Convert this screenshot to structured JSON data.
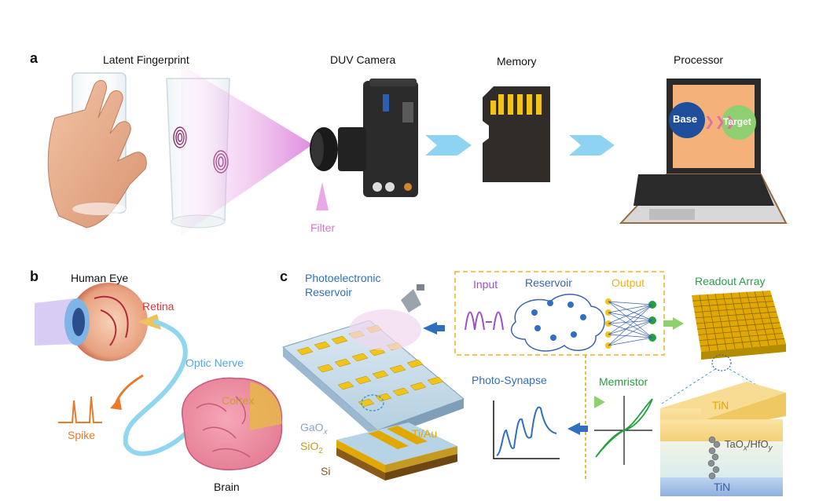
{
  "panels": {
    "a": {
      "letter": "a",
      "labels": {
        "fingerprint": "Latent Fingerprint",
        "camera": "DUV Camera",
        "memory": "Memory",
        "processor": "Processor",
        "filter": "Filter",
        "base": "Base",
        "target": "Target"
      }
    },
    "b": {
      "letter": "b",
      "labels": {
        "human_eye": "Human Eye",
        "retina": "Retina",
        "optic_nerve": "Optic Nerve",
        "cortex": "Cortex",
        "spike": "Spike",
        "brain": "Brain"
      }
    },
    "c": {
      "letter": "c",
      "labels": {
        "photoelectronic": "Photoelectronic",
        "reservoir_word": "Reservoir",
        "input": "Input",
        "reservoir": "Reservoir",
        "output": "Output",
        "readout_array": "Readout Array",
        "photo_synapse": "Photo-Synapse",
        "memristor": "Memristor",
        "gaox_main": "GaO",
        "gaox_sub": "x",
        "sio2_main": "SiO",
        "sio2_sub": "2",
        "si": "Si",
        "tiau": "Ti/Au",
        "tin_top": "TiN",
        "taox_main": "TaO",
        "taox_sub": "x",
        "hfoy_main": "/HfO",
        "hfoy_sub": "y",
        "tin_bottom": "TiN"
      }
    }
  },
  "colors": {
    "purple_beam": "#e9a8e6",
    "arrow_blue": "#8fd3f2",
    "retina_red": "#d9383a",
    "optic_blue": "#5aa7d6",
    "spike_orange": "#e87a2a",
    "cortex_gold": "#c9a227",
    "photo_blue": "#2f6fbf",
    "input_purple": "#9b4fd0",
    "reservoir_blue": "#3a63b0",
    "output_gold": "#f0b020",
    "readout_green": "#2a9d4a",
    "memristor_green": "#22a23c",
    "tiau_gold": "#e0a800",
    "sio2_gold": "#c49a22",
    "gaox_blue": "#8aa5c9",
    "si_brown": "#8a5a1a",
    "tin_blue": "#3b5fa8",
    "base_circle": "#1f4e9a",
    "target_circle": "#8ecf72"
  }
}
